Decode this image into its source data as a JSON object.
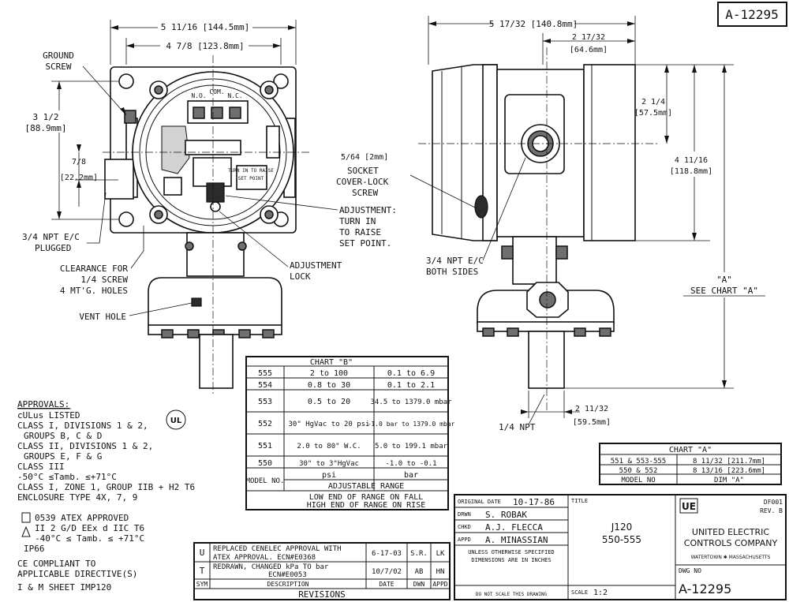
{
  "drawing_number_top": "A-12295",
  "front_view": {
    "width_overall": "5 11/16 [144.5mm]",
    "width_mount": "4 7/8 [123.8mm]",
    "height_mount_a": "3 1/2",
    "height_mount_b": "[88.9mm]",
    "height_conduit_a": "7/8",
    "height_conduit_b": "[22.2mm]",
    "ground_screw_a": "GROUND",
    "ground_screw_b": "SCREW",
    "conduit_plugged_a": "3/4 NPT E/C",
    "conduit_plugged_b": "PLUGGED",
    "clearance_a": "CLEARANCE FOR",
    "clearance_b": "1/4 SCREW",
    "clearance_c": "4 MT'G. HOLES",
    "vent_hole": "VENT HOLE",
    "adjustment_a": "ADJUSTMENT:",
    "adjustment_b": "TURN IN",
    "adjustment_c": "TO RAISE",
    "adjustment_d": "SET POINT.",
    "adjustment_lock_a": "ADJUSTMENT",
    "adjustment_lock_b": "LOCK",
    "terminal_no": "N.O.",
    "terminal_com": "COM.",
    "terminal_nc": "N.C.",
    "turn_in_label_a": "TURN IN TO RAISE",
    "turn_in_label_b": "SET POINT"
  },
  "side_view": {
    "width_overall": "5 17/32 [140.8mm]",
    "width_housing_a": "2 17/32",
    "width_housing_b": "[64.6mm]",
    "height_top_a": "2 1/4",
    "height_top_b": "[57.5mm]",
    "height_housing_a": "4 11/16",
    "height_housing_b": "[118.8mm]",
    "socket_a": "5/64 [2mm]",
    "socket_b": "SOCKET",
    "socket_c": "COVER-LOCK",
    "socket_d": "SCREW",
    "conduit_both_a": "3/4 NPT E/C",
    "conduit_both_b": "BOTH SIDES",
    "dim_a_a": "\"A\"",
    "dim_a_b": "SEE CHART \"A\"",
    "port_width_a": "2 11/32",
    "port_width_b": "[59.5mm]",
    "npt": "1/4 NPT"
  },
  "chart_b": {
    "title": "CHART \"B\"",
    "rows": [
      {
        "model": "555",
        "psi": "2 to 100",
        "bar": "0.1 to 6.9"
      },
      {
        "model": "554",
        "psi": "0.8 to 30",
        "bar": "0.1 to 2.1"
      },
      {
        "model": "553",
        "psi": "0.5 to 20",
        "bar": "34.5 to 1379.0 mbar"
      },
      {
        "model": "552",
        "psi": "30\" HgVac to 20 psi",
        "bar": "-1.0 bar to 1379.0 mbar"
      },
      {
        "model": "551",
        "psi": "2.0 to 80\" W.C.",
        "bar": "5.0 to 199.1 mbar"
      },
      {
        "model": "550",
        "psi": "30\" to 3\"HgVac",
        "bar": "-1.0 to -0.1"
      }
    ],
    "head_model": "MODEL NO.",
    "head_psi": "psi",
    "head_bar": "bar",
    "head_range": "ADJUSTABLE RANGE",
    "footer_a": "LOW END OF RANGE ON FALL",
    "footer_b": "HIGH END OF RANGE ON RISE"
  },
  "chart_a": {
    "title": "CHART \"A\"",
    "rows": [
      {
        "model": "551 & 553-555",
        "dim": "8 11/32 [211.7mm]"
      },
      {
        "model": "550 & 552",
        "dim": "8 13/16 [223.6mm]"
      }
    ],
    "head_model": "MODEL NO",
    "head_dim": "DIM \"A\""
  },
  "approvals": {
    "heading": "APPROVALS:",
    "lines": [
      "cULus LISTED",
      "CLASS I, DIVISIONS 1 & 2,",
      "GROUPS B, C & D",
      "CLASS II, DIVISIONS 1 & 2,",
      "GROUPS E, F & G",
      "CLASS III",
      "-50°C ≤Tamb. ≤+71°C",
      "CLASS I, ZONE 1, GROUP IIB + H2 T6",
      "ENCLOSURE TYPE 4X, 7, 9"
    ],
    "atex_lines": [
      "0539 ATEX APPROVED",
      "II 2 G/D EEx d IIC T6",
      "-40°C ≤ Tamb. ≤ +71°C",
      "IP66"
    ],
    "ce_lines": [
      "CE COMPLIANT TO",
      "APPLICABLE DIRECTIVE(S)"
    ],
    "im_sheet": "I & M SHEET IMP120",
    "ul_mark": "UL"
  },
  "revisions": {
    "rows": [
      {
        "sym": "U",
        "desc_a": "REPLACED CENELEC APPROVAL WITH",
        "desc_b": "ATEX APPROVAL.   ECN#E0368",
        "date": "6-17-03",
        "dwn": "S.R.",
        "appd": "LK"
      },
      {
        "sym": "T",
        "desc_a": "REDRAWN, CHANGED kPa TO bar",
        "desc_b": "ECN#E0053",
        "date": "10/7/02",
        "dwn": "AB",
        "appd": "HN"
      }
    ],
    "head_sym": "SYM",
    "head_desc": "DESCRIPTION",
    "head_date": "DATE",
    "head_dwn": "DWN",
    "head_appd": "APPD",
    "title": "REVISIONS"
  },
  "title_block": {
    "original_date_label": "ORIGINAL DATE",
    "original_date": "10-17-86",
    "drwn_label": "DRWN",
    "drwn": "S. ROBAK",
    "chkd_label": "CHKD",
    "chkd": "A.J. FLECCA",
    "appd_label": "APPD",
    "appd": "A. MINASSIAN",
    "unless_a": "UNLESS OTHERWISE SPECIFIED",
    "unless_b": "DIMENSIONS ARE IN INCHES",
    "do_not_scale": "DO NOT SCALE THIS DRAWING",
    "title_label": "TITLE",
    "title_a": "J120",
    "title_b": "550-555",
    "scale_label": "SCALE",
    "scale": "1:2",
    "sheet_code": "DF001",
    "rev": "REV. B",
    "logo": "UE",
    "company_a": "UNITED ELECTRIC",
    "company_b": "CONTROLS COMPANY",
    "company_c": "WATERTOWN ✱ MASSACHUSETTS",
    "dwg_no_label": "DWG NO",
    "dwg_no": "A-12295"
  }
}
